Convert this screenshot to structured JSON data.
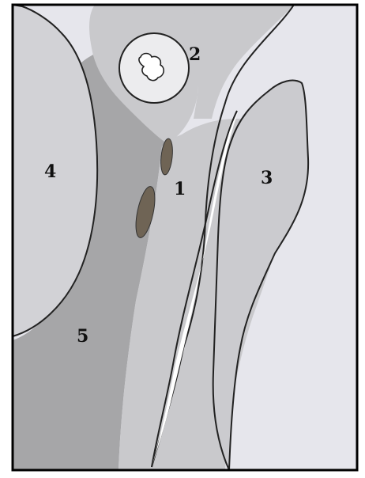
{
  "diagram": {
    "labels": {
      "region_1": "1",
      "region_2": "2",
      "region_3": "3",
      "region_4": "4",
      "region_5": "5"
    },
    "colors": {
      "background": "#e6e6ec",
      "region_4": "#d2d2d6",
      "region_5": "#a6a6a8",
      "light_tissue": "#c9c9cc",
      "region_3": "#cbcbcf",
      "vessel_fill": "#6f6455",
      "outline": "#222222",
      "frame": "#000000"
    }
  }
}
